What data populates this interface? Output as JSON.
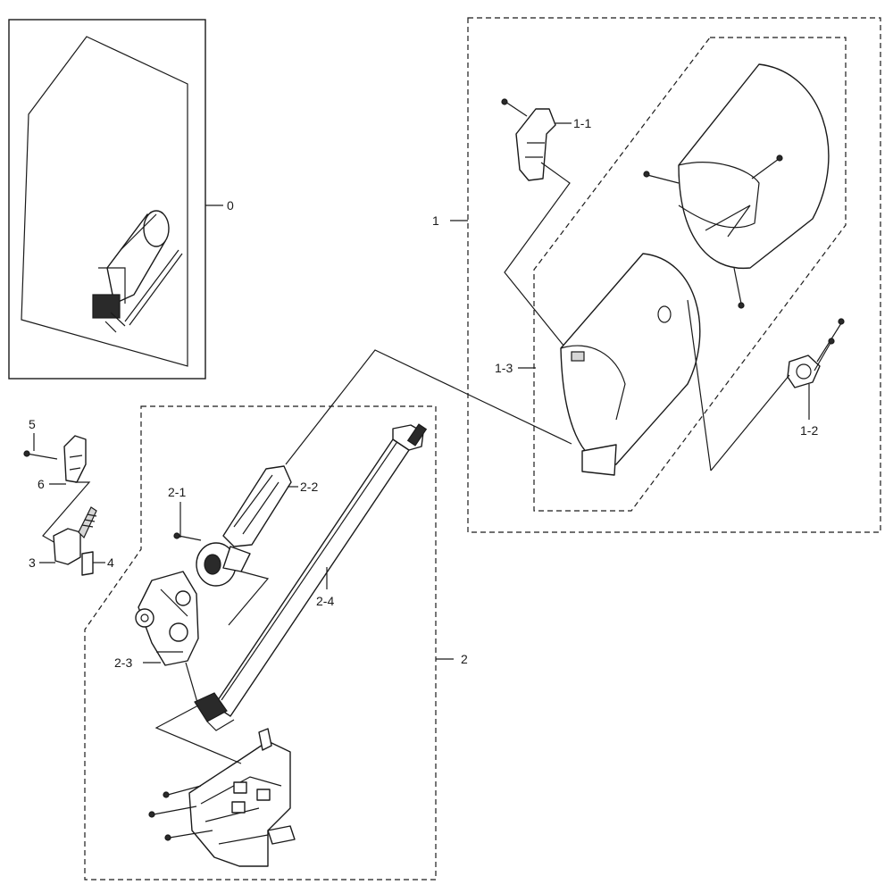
{
  "callouts": {
    "c0": "0",
    "c1": "1",
    "c1_1": "1-1",
    "c1_2": "1-2",
    "c1_3": "1-3",
    "c2": "2",
    "c2_1": "2-1",
    "c2_2": "2-2",
    "c2_3": "2-3",
    "c2_4": "2-4",
    "c3": "3",
    "c4": "4",
    "c5": "5",
    "c6": "6"
  }
}
